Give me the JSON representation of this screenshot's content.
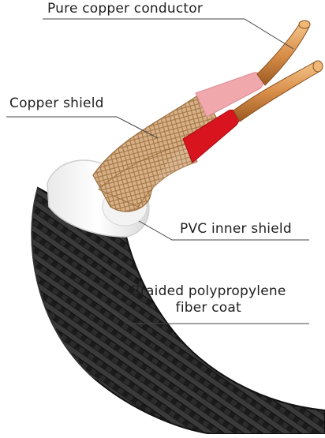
{
  "labels": {
    "conductor": "Pure copper conductor",
    "copper_shield": "Copper shield",
    "pvc_inner_shield": "PVC inner shield",
    "braided_coat_line1": "Braided polypropylene",
    "braided_coat_line2": "fiber coat"
  },
  "colors": {
    "braid": "#1e1e1e",
    "pvc": "#ffffff",
    "copper_mesh": "#d9b48a",
    "wire_pink": "#f2a9ad",
    "wire_red": "#d9141f",
    "copper": "#d98f4a",
    "leader_line": "#444444"
  }
}
